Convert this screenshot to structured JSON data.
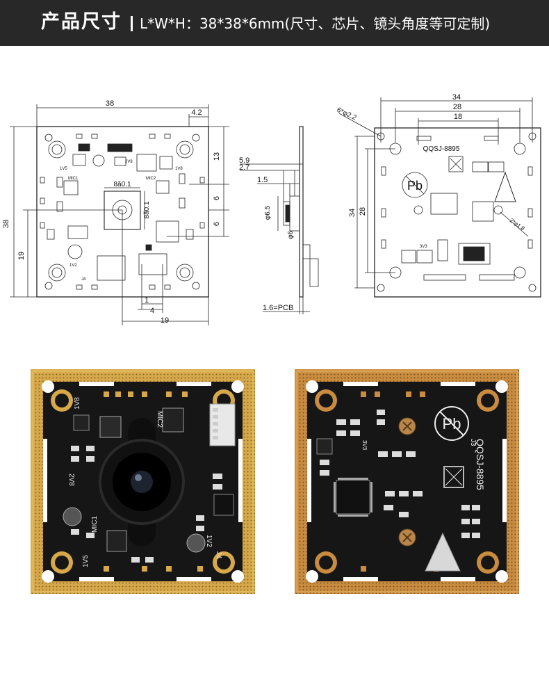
{
  "header": {
    "title": "产品尺寸",
    "spec": "L*W*H：38*38*6mm(尺寸、芯片、镜头角度等可定制)"
  },
  "front_drawing": {
    "dims": {
      "width": "38",
      "offset_right": "4.2",
      "height": "38",
      "offset_bottom": "19",
      "right_13": "13",
      "right_6a": "6",
      "right_6b": "6",
      "bottom_1": "1",
      "bottom_4": "4",
      "bottom_19": "19",
      "lens_h": "8ã0.1",
      "lens_v": "8ã0.1"
    },
    "silk": {
      "v5": "1V5",
      "v8a": "2V8",
      "v8b": "1V8",
      "mic1": "MIC1",
      "mic2": "MIC2",
      "v2": "1V2",
      "j4": "J4"
    }
  },
  "side_drawing": {
    "dims": {
      "d59": "5.9",
      "d27": "2.7",
      "d15": "1.5",
      "dia65": "φ6.5",
      "dia6": "φ6",
      "pcb": "1.6=PCB"
    }
  },
  "back_drawing": {
    "dims": {
      "d34": "34",
      "d28": "28",
      "d18": "18",
      "holes": "6*φ2.2",
      "v34": "34",
      "v28": "28",
      "small_holes": "2*φ1.8"
    },
    "silk": {
      "model": "QQSJ-8895",
      "v3": "3V3",
      "pb": "Pb"
    }
  },
  "photo_front": {
    "silk": {
      "v8": "1V8",
      "mic2": "MIC2",
      "v28": "2V8",
      "mic1": "MIC1",
      "v5": "1V5",
      "v2": "1V2",
      "j4": "J4"
    }
  },
  "photo_back": {
    "silk": {
      "model": "QQSJ-8895",
      "j3": "J3",
      "pb": "Pb",
      "v3": "3V3"
    }
  },
  "colors": {
    "header_bg": "#282828",
    "pcb_black": "#161616",
    "gold": "#d6a84a",
    "copper": "#c98c3f",
    "line": "#222222"
  }
}
